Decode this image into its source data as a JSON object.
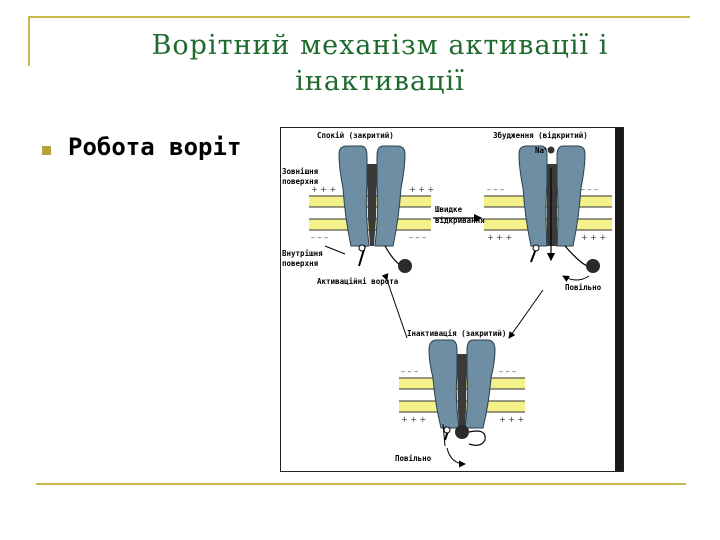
{
  "slide": {
    "title_line1": "Ворітний механізм активації і",
    "title_line2": "інактивації",
    "bullet_text": "Робота воріт"
  },
  "figure": {
    "label_rest": "Спокій (закритий)",
    "label_excited": "Збудження (відкритий)",
    "label_na": "Na",
    "label_na_sup": "+",
    "label_outer_1": "Зовнішня",
    "label_outer_2": "поверхня",
    "label_fast_1": "Швидке",
    "label_fast_2": "відкривання",
    "label_inner_1": "Внутрішня",
    "label_inner_2": "поверхня",
    "label_activation_gate": "Активаційні ворота",
    "label_slow_1": "Повільно",
    "label_inactivation": "Інактивація (закритий)",
    "label_slow_2": "Повільно",
    "colors": {
      "membrane": "#f4f08a",
      "channel": "#6e8fa3",
      "pore": "#3a3a3a",
      "ball": "#2a2a2a"
    }
  }
}
